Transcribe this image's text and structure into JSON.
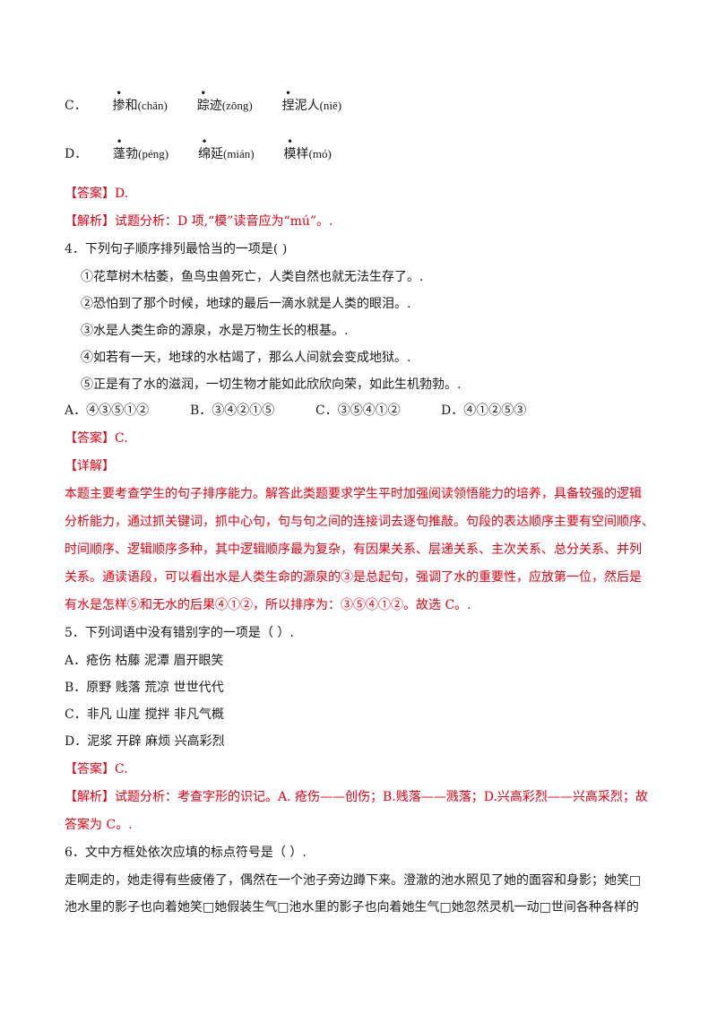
{
  "q3_options": {
    "C": {
      "label": "C．",
      "words": [
        {
          "dot": "掺",
          "rest": "和",
          "py": "(chān)"
        },
        {
          "dot": "踪",
          "rest": "迹",
          "py": "(zōng)"
        },
        {
          "dot": "捏",
          "rest": "泥人",
          "py": "(niē)"
        }
      ]
    },
    "D": {
      "label": "D．",
      "words": [
        {
          "dot": "蓬",
          "rest": "勃",
          "py": "(péng)"
        },
        {
          "dot": "绵",
          "rest": "延",
          "py": "(mián)"
        },
        {
          "dot": "模",
          "rest": "样",
          "py": "(mó)"
        }
      ]
    }
  },
  "q3_answer": {
    "tag": "【答案】",
    "text": "D."
  },
  "q3_analysis": {
    "tag": "【解析】",
    "text": "试题分析：D 项,“模”读音应为“mú”。."
  },
  "q4": {
    "stem": "4．下列句子顺序排列最恰当的一项是( )",
    "sentences": [
      "①花草树木枯萎，鱼鸟虫兽死亡，人类自然也就无法生存了。.",
      "②恐怕到了那个时候，地球的最后一滴水就是人类的眼泪。.",
      "③水是人类生命的源泉，水是万物生长的根基。.",
      "④如若有一天，地球的水枯竭了，那么人间就会变成地狱。.",
      "⑤正是有了水的滋润，一切生物才能如此欣欣向荣，如此生机勃勃。."
    ],
    "options": [
      "A．④③⑤①②",
      "B．③④②①⑤",
      "C．③⑤④①②",
      "D．④①②⑤③"
    ],
    "answer_tag": "【答案】",
    "answer": "C.",
    "detail_tag": "【详解】",
    "detail_lines": [
      "本题主要考查学生的句子排序能力。解答此类题要求学生平时加强阅读领悟能力的培养，具备较强的逻辑",
      "分析能力，通过抓关键词，抓中心句，句与句之间的连接词去逐句推敲。句段的表达顺序主要有空间顺序、",
      "时间顺序、逻辑顺序多种，其中逻辑顺序最为复杂，有因果关系、层递关系、主次关系、总分关系、并列",
      "关系。通读语段，可以看出水是人类生命的源泉的③是总起句，强调了水的重要性，应放第一位，然后是",
      "有水是怎样⑤和无水的后果④①②，所以排序为：③⑤④①②。故选 C。."
    ]
  },
  "q5": {
    "stem": "5．下列词语中没有错别字的一项是（    ）.",
    "options": [
      "A．疮伤   枯藤   泥潭   眉开眼笑",
      "B．原野   贱落   荒凉   世世代代",
      "C．非凡   山崖   搅拌   非凡气概",
      "D．泥浆   开辟   麻烦   兴高彩烈"
    ],
    "answer_tag": "【答案】",
    "answer": "C.",
    "analysis_tag": "【解析】",
    "analysis_lines": [
      "试题分析：考查字形的识记。A. 疮伤——创伤；B.贱落——溅落；D.兴高彩烈——兴高采烈；故",
      "答案为 C。."
    ]
  },
  "q6": {
    "stem": "6．文中方框处依次应填的标点符号是（    ）.",
    "passage_lines": [
      "走啊走的，她走得有些疲倦了，偶然在一个池子旁边蹲下来。澄澈的池水照见了她的面容和身影；她笑□",
      "池水里的影子也向着她笑□她假装生气□池水里的影子也向着她生气□她忽然灵机一动□世间各种各样的"
    ]
  }
}
